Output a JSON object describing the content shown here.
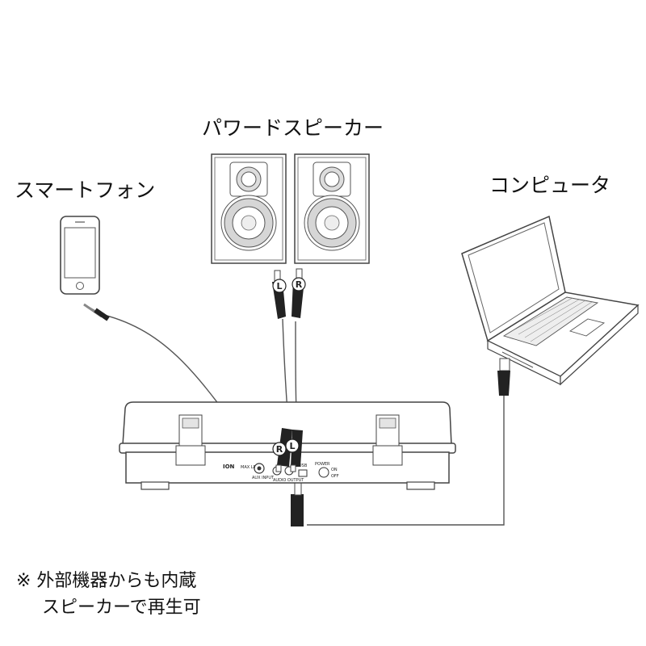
{
  "labels": {
    "speakers": "パワードスピーカー",
    "smartphone": "スマートフォン",
    "computer": "コンピュータ"
  },
  "note": {
    "line1": "※ 外部機器からも内蔵",
    "line2": "スピーカーで再生可"
  },
  "turntable": {
    "brand": "ION",
    "model": "MAX LP",
    "aux_label": "AUX INPUT",
    "output_label": "AUDIO OUTPUT",
    "usb_label": "USB",
    "power_label": "POWER",
    "on_label": "ON",
    "off_label": "OFF"
  },
  "plugs": {
    "left": "L",
    "right": "R"
  }
}
